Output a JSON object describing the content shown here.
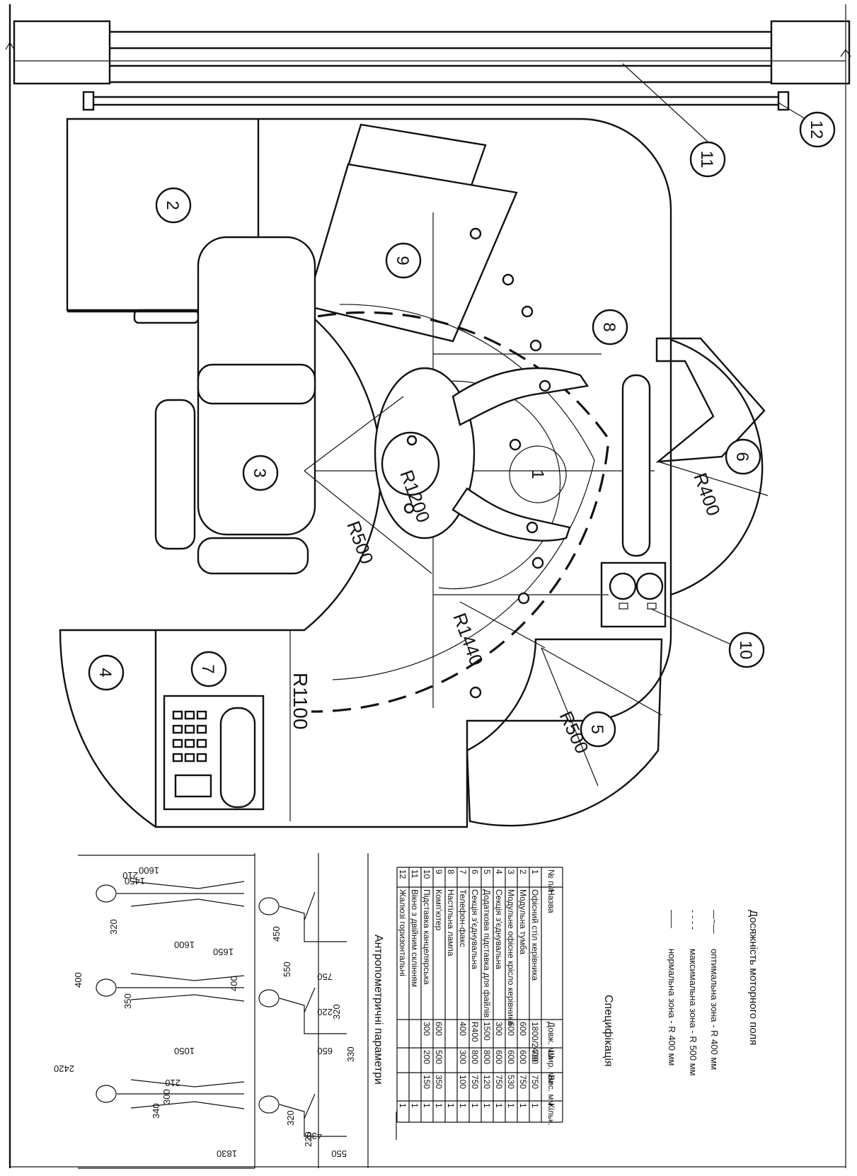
{
  "plan": {
    "markers": [
      {
        "num": "2"
      },
      {
        "num": "3"
      },
      {
        "num": "4"
      },
      {
        "num": "5"
      },
      {
        "num": "6"
      },
      {
        "num": "7"
      },
      {
        "num": "8"
      },
      {
        "num": "9"
      },
      {
        "num": "10"
      },
      {
        "num": "11"
      },
      {
        "num": "12"
      },
      {
        "num": "1"
      }
    ],
    "radii": {
      "r1200": "R1200",
      "r500a": "R500",
      "r1440": "R1440",
      "r1100": "R1100",
      "r500b": "R500",
      "r400": "R400"
    }
  },
  "figures": {
    "caption": "Антропометричні параметри",
    "dims": [
      "1600",
      "1450",
      "210",
      "320",
      "1600",
      "1650",
      "400",
      "350",
      "400",
      "2420",
      "1050",
      "210",
      "300",
      "340",
      "1830",
      "450",
      "550",
      "750",
      "220",
      "320",
      "650",
      "330",
      "430",
      "320",
      "220",
      "550"
    ]
  },
  "spec": {
    "title": "Специфікація",
    "headers": [
      "№ п/п",
      "Назва",
      "Довж. мм",
      "Шир. мм",
      "Вис. мм",
      "Кільк."
    ],
    "rows": [
      [
        "1",
        "Офісний стіл керівника",
        "1800/2400",
        "700",
        "750",
        "1"
      ],
      [
        "2",
        "Модульна тумба",
        "600",
        "600",
        "750",
        "1"
      ],
      [
        "3",
        "Модульне офісне крісло керівника",
        "600",
        "600",
        "530",
        "1"
      ],
      [
        "4",
        "Секція з'єднувальна",
        "300",
        "600",
        "750",
        "1"
      ],
      [
        "5",
        "Додаткова підставка для файлів",
        "1500",
        "800",
        "120",
        "1"
      ],
      [
        "6",
        "Секція з'єднувальна",
        "R400",
        "800",
        "750",
        "1"
      ],
      [
        "7",
        "Телефон-факс",
        "400",
        "300",
        "100",
        "1"
      ],
      [
        "8",
        "Настільна лампа",
        "",
        "",
        "",
        "1"
      ],
      [
        "9",
        "Комп'ютер",
        "600",
        "500",
        "350",
        "1"
      ],
      [
        "10",
        "Підставка канцелярська",
        "300",
        "200",
        "150",
        "1"
      ],
      [
        "11",
        "Вікно з двійним склінням",
        "",
        "",
        "",
        "1"
      ],
      [
        "12",
        "Жалюзі горизонтальні",
        "",
        "",
        "",
        "1"
      ]
    ]
  },
  "legend": {
    "title": "Досяжність моторного поля",
    "items": [
      {
        "symbol": "—~—",
        "text": "оптимальна зона - R 400 мм"
      },
      {
        "symbol": "- - - -",
        "text": "максимальна зона - R 500 мм"
      },
      {
        "symbol": "——",
        "text": "нормальна зона - R 400 мм"
      }
    ]
  }
}
